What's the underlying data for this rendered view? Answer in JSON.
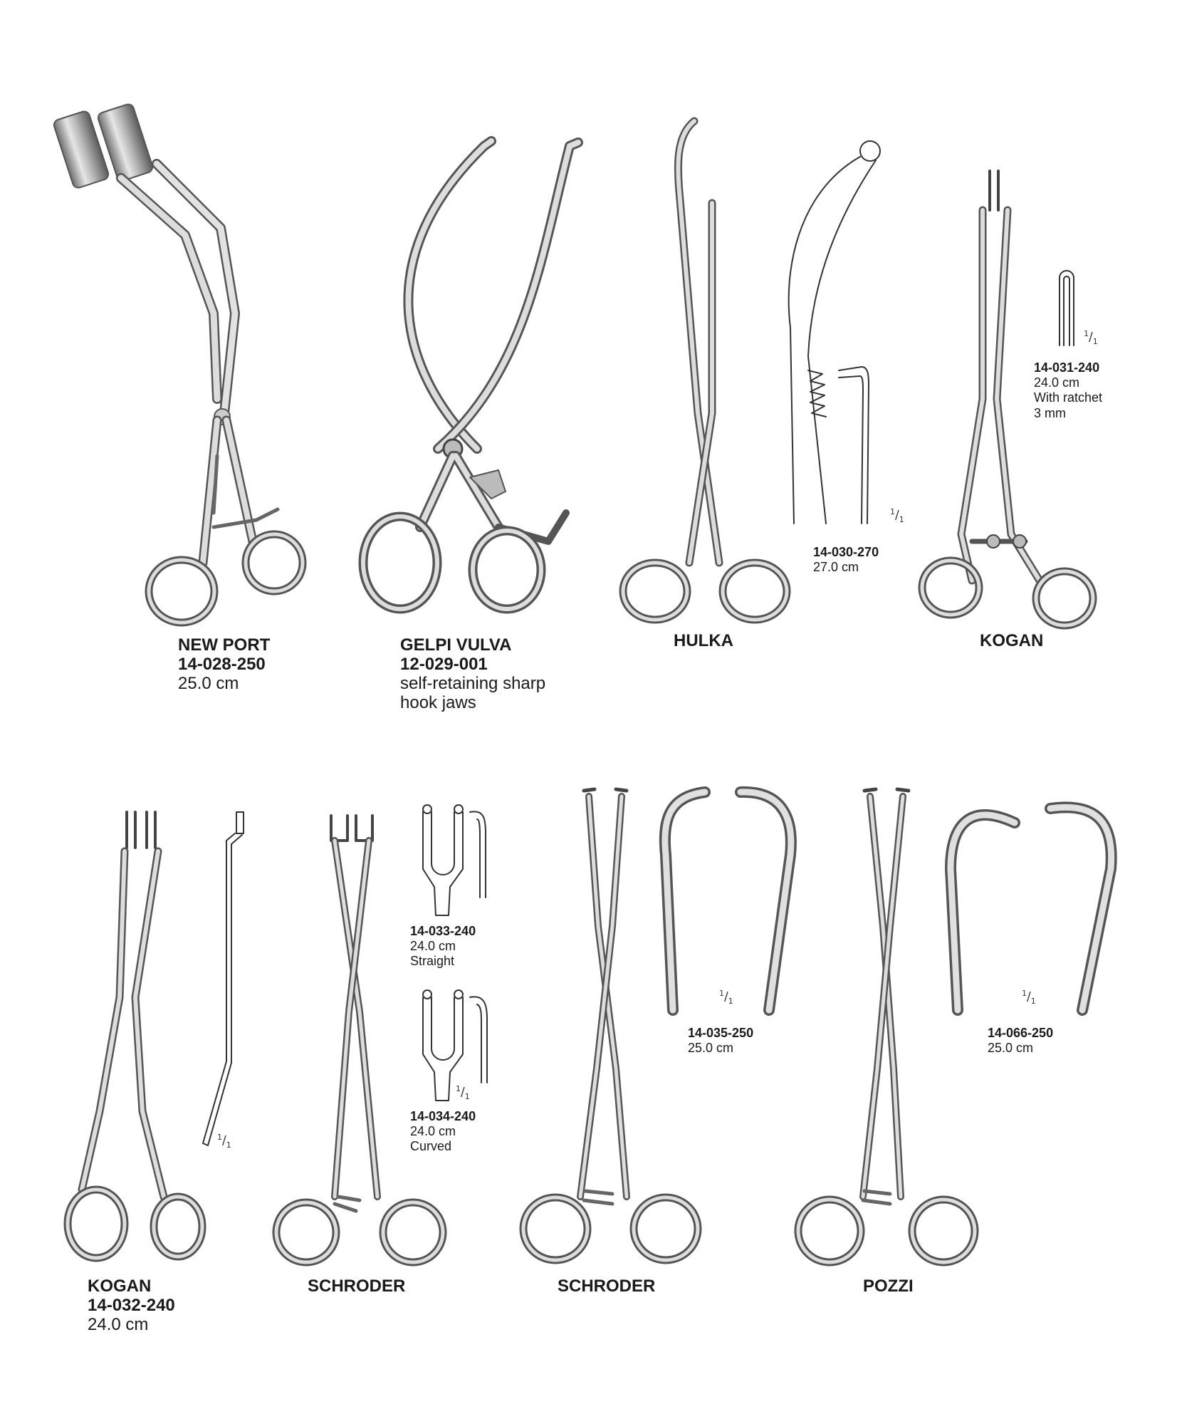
{
  "products": [
    {
      "id": "newport",
      "lines": [
        "NEW PORT",
        "14-028-250",
        "25.0 cm"
      ]
    },
    {
      "id": "gelpi",
      "lines": [
        "GELPI VULVA",
        "12-029-001",
        "self-retaining sharp",
        "hook jaws"
      ]
    },
    {
      "id": "hulka",
      "lines": [
        "HULKA"
      ]
    },
    {
      "id": "hulka-detail",
      "lines": [
        "14-030-270",
        "27.0 cm"
      ]
    },
    {
      "id": "kogan-top",
      "lines": [
        "KOGAN"
      ]
    },
    {
      "id": "kogan-top-detail",
      "lines": [
        "14-031-240",
        "24.0 cm",
        "With ratchet",
        "3 mm"
      ]
    },
    {
      "id": "kogan-bottom",
      "lines": [
        "KOGAN",
        "14-032-240",
        "24.0 cm"
      ]
    },
    {
      "id": "schroder-1",
      "lines": [
        "SCHRODER"
      ]
    },
    {
      "id": "schroder-1-straight",
      "lines": [
        "14-033-240",
        "24.0 cm",
        "Straight"
      ]
    },
    {
      "id": "schroder-1-curved",
      "lines": [
        "14-034-240",
        "24.0 cm",
        "Curved"
      ]
    },
    {
      "id": "schroder-2",
      "lines": [
        "SCHRODER"
      ]
    },
    {
      "id": "schroder-2-detail",
      "lines": [
        "14-035-250",
        "25.0 cm"
      ]
    },
    {
      "id": "pozzi",
      "lines": [
        "POZZI"
      ]
    },
    {
      "id": "pozzi-detail",
      "lines": [
        "14-066-250",
        "25.0 cm"
      ]
    }
  ],
  "scale_mark": {
    "num": "1",
    "den": "1"
  }
}
